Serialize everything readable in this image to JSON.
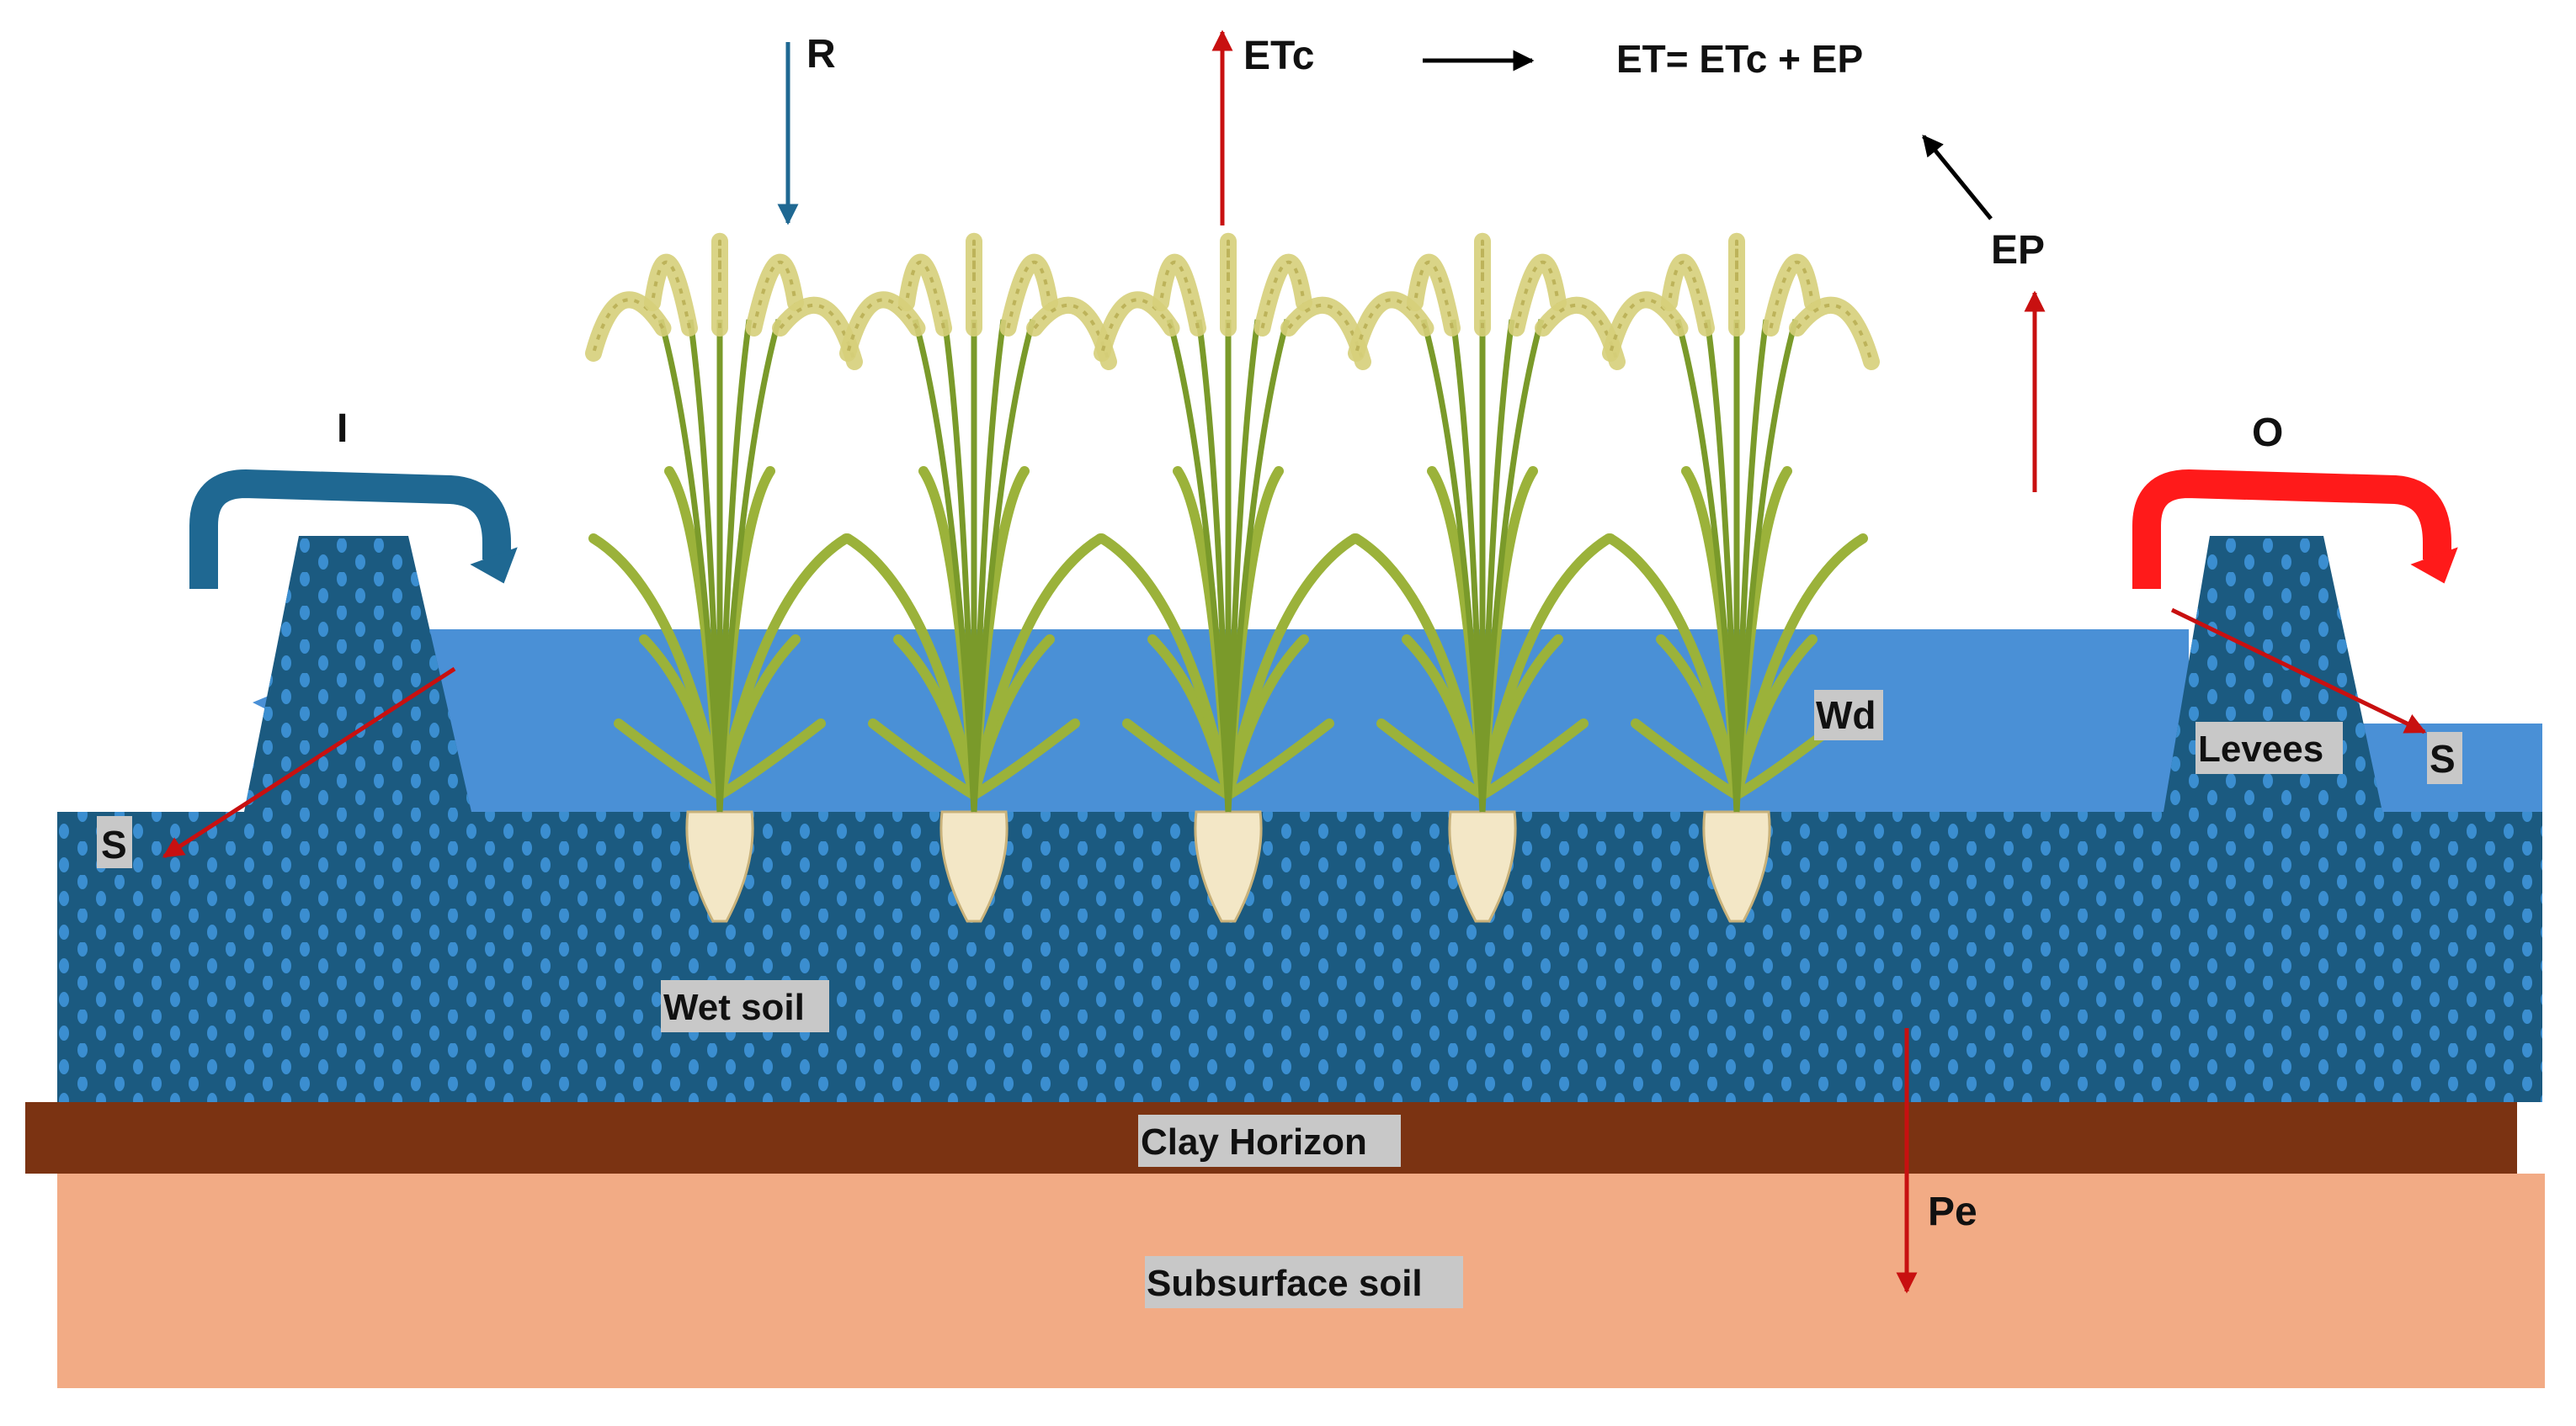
{
  "labels": {
    "rain": "R",
    "crop_et": "ETc",
    "et_equation": "ET= ETc + EP",
    "evaporation": "EP",
    "inflow": "I",
    "outflow": "O",
    "seepage_left": "S",
    "seepage_right": "S",
    "water_depth": "Wd",
    "levees": "Levees",
    "wet_soil": "Wet soil",
    "clay_horizon": "Clay Horizon",
    "subsurface_soil": "Subsurface soil",
    "percolation": "Pe"
  },
  "colors": {
    "background": "#ffffff",
    "ponded_water": "#4a90d6",
    "wet_soil": "#1b5a80",
    "soil_dots": "#3b8ed0",
    "clay_horizon": "#7b3312",
    "subsurface_soil": "#f2ab85",
    "inflow_arrow": "#1f6892",
    "outflow_arrow": "#ff1a1a",
    "flux_arrow_red": "#c81010",
    "rain_arrow": "#1f6892",
    "black_arrow": "#000000",
    "plant_stem": "#7a9a2a",
    "plant_leaf": "#9bb23a",
    "panicle": "#d6cf7a",
    "roots": "#f3e7c6"
  },
  "plants": {
    "count": 5
  }
}
